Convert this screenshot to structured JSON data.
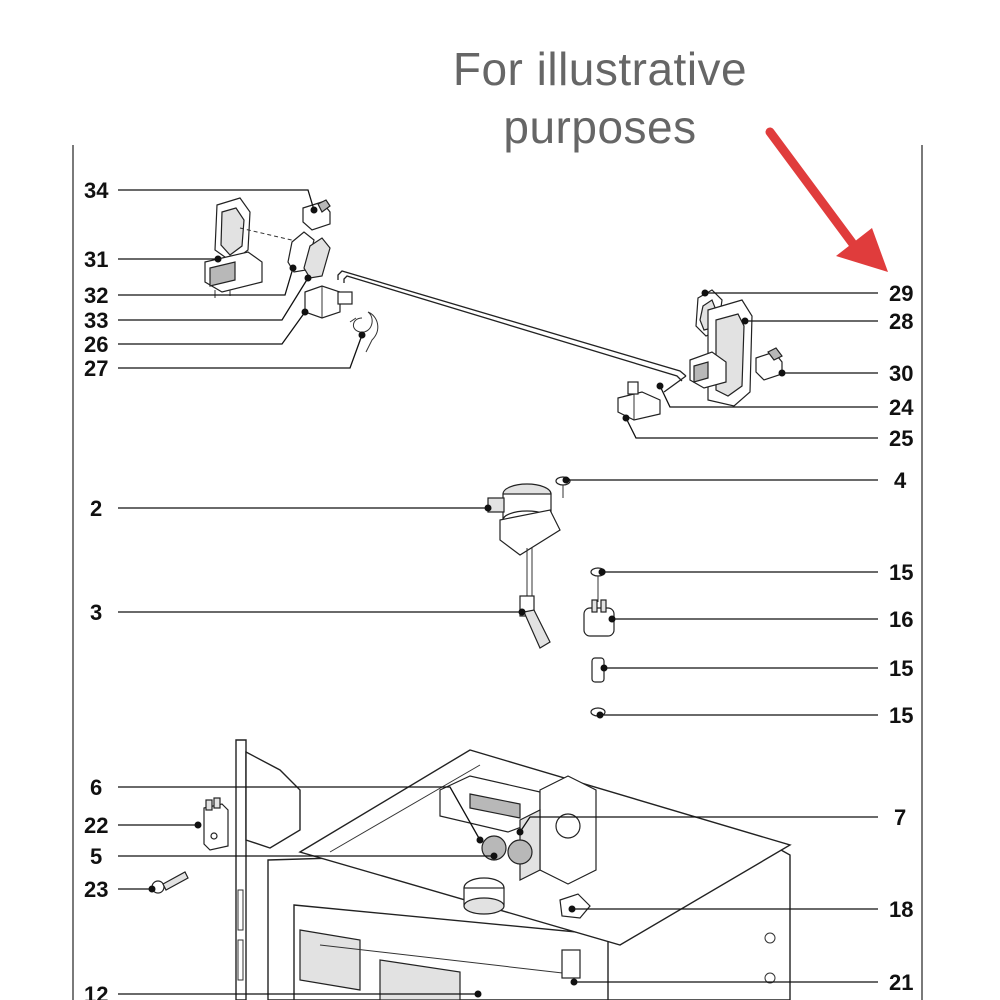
{
  "caption": {
    "line1": "For illustrative",
    "line2": "purposes"
  },
  "colors": {
    "arrow": "#e03c3c",
    "caption": "#666666",
    "ink": "#111111"
  },
  "part_numbers": {
    "p34": "34",
    "p31": "31",
    "p32": "32",
    "p33": "33",
    "p26": "26",
    "p27": "27",
    "p29": "29",
    "p28": "28",
    "p30": "30",
    "p24": "24",
    "p25": "25",
    "p4": "4",
    "p2": "2",
    "p15a": "15",
    "p16": "16",
    "p3": "3",
    "p15b": "15",
    "p15c": "15",
    "p6": "6",
    "p7": "7",
    "p22": "22",
    "p5": "5",
    "p23": "23",
    "p18": "18",
    "p21": "21",
    "p12": "12"
  }
}
